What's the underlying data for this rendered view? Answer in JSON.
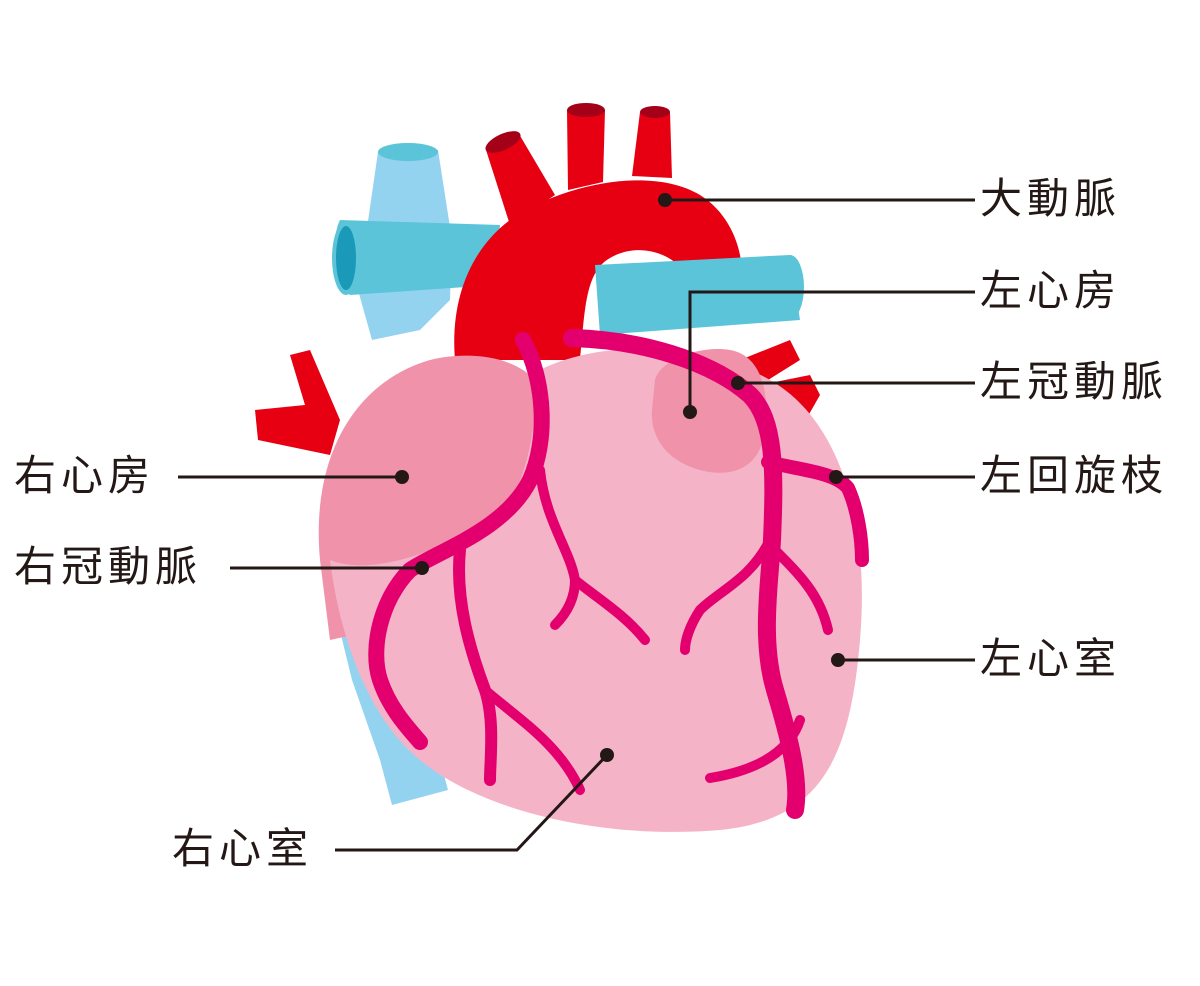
{
  "labels": {
    "aorta": "大動脈",
    "left_atrium": "左心房",
    "left_coronary_artery": "左冠動脈",
    "left_circumflex": "左回旋枝",
    "left_ventricle": "左心室",
    "right_atrium": "右心房",
    "right_coronary_artery": "右冠動脈",
    "right_ventricle": "右心室"
  },
  "colors": {
    "artery_red": "#e60012",
    "artery_dark": "#a40018",
    "vena_cava_light": "#94d3ef",
    "pulmonary_blue": "#5bc4d9",
    "pulmonary_dark": "#1a9ab8",
    "atrium_pink": "#ef92aa",
    "ventricle_pink": "#f5b3c8",
    "coronary_magenta": "#e3006e",
    "leader_line": "#231815"
  }
}
